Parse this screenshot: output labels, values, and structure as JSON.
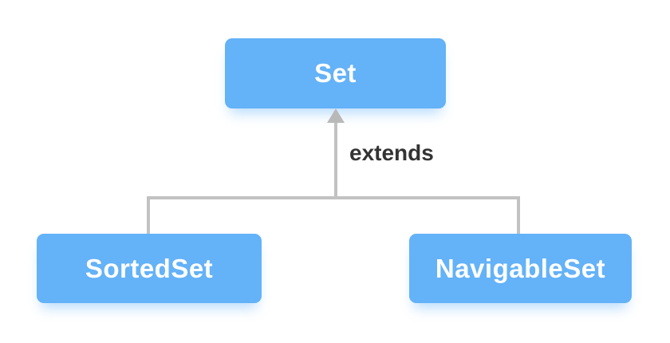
{
  "nodes": {
    "parent": {
      "label": "Set"
    },
    "children": [
      {
        "label": "SortedSet"
      },
      {
        "label": "NavigableSet"
      }
    ]
  },
  "edge": {
    "label": "extends"
  },
  "colors": {
    "node-fill": "#64b2f8",
    "node-text": "#ffffff",
    "connector": "#c2c2c2",
    "arrowhead": "#b9b9b9",
    "label-text": "#333333",
    "background": "#ffffff"
  }
}
